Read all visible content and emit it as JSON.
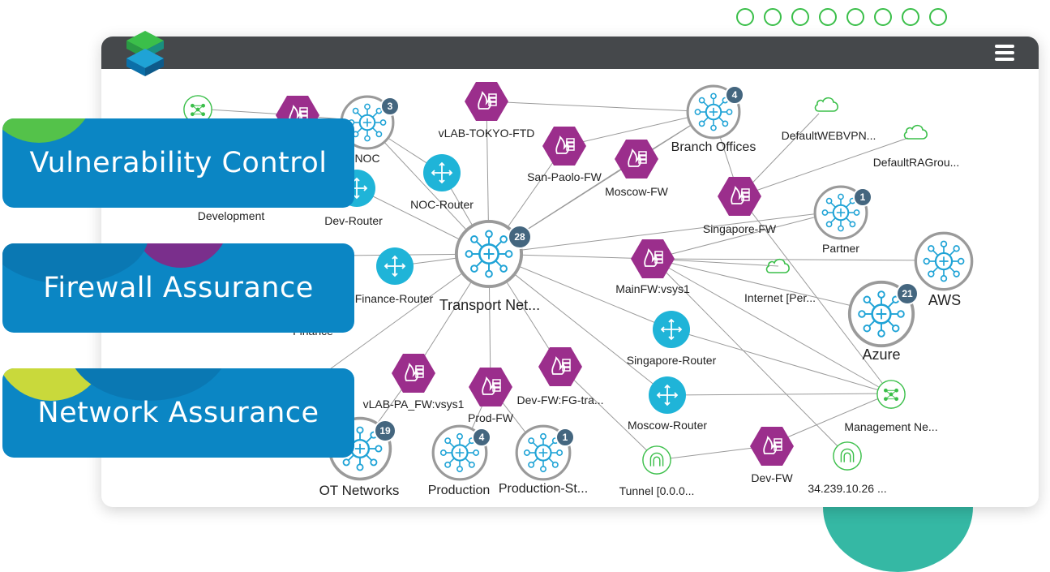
{
  "cards": [
    {
      "label": "Vulnerability Control"
    },
    {
      "label": "Firewall Assurance"
    },
    {
      "label": "Network Assurance"
    }
  ],
  "window": {
    "menu_icon": "hamburger-menu-icon"
  },
  "nodes": {
    "transport": {
      "label": "Transport Net...",
      "badge": "28"
    },
    "noc": {
      "label": "NOC",
      "badge": "3"
    },
    "branch": {
      "label": "Branch Offices",
      "badge": "4"
    },
    "partner": {
      "label": "Partner",
      "badge": "1"
    },
    "aws": {
      "label": "AWS"
    },
    "azure": {
      "label": "Azure",
      "badge": "21"
    },
    "ot": {
      "label": "OT Networks",
      "badge": "19"
    },
    "production": {
      "label": "Production",
      "badge": "4"
    },
    "production_st": {
      "label": "Production-St...",
      "badge": "1"
    },
    "development": {
      "label": "Development"
    },
    "finance": {
      "label": "Finance"
    },
    "vlab_tokyo": {
      "label": "vLAB-TOKYO-FTD"
    },
    "san_paolo": {
      "label": "San-Paolo-FW"
    },
    "moscow_fw": {
      "label": "Moscow-FW"
    },
    "singapore_fw": {
      "label": "Singapore-FW"
    },
    "mainfw": {
      "label": "MainFW:vsys1"
    },
    "vlab_pa": {
      "label": "vLAB-PA_FW:vsys1"
    },
    "prod_fw": {
      "label": "Prod-FW"
    },
    "dev_fw_fg": {
      "label": "Dev-FW:FG-tra..."
    },
    "dev_fw": {
      "label": "Dev-FW"
    },
    "noc_router": {
      "label": "NOC-Router"
    },
    "dev_router": {
      "label": "Dev-Router"
    },
    "finance_router": {
      "label": "Finance-Router"
    },
    "singapore_router": {
      "label": "Singapore-Router"
    },
    "moscow_router": {
      "label": "Moscow-Router"
    },
    "default_webvpn": {
      "label": "DefaultWEBVPN..."
    },
    "default_ragrou": {
      "label": "DefaultRAGrou..."
    },
    "internet": {
      "label": "Internet [Per..."
    },
    "management": {
      "label": "Management Ne..."
    },
    "tunnel": {
      "label": "Tunnel [0.0.0..."
    },
    "ip_34": {
      "label": "34.239.10.26 ..."
    }
  },
  "colors": {
    "firewall": "#9b2e8c",
    "router": "#1fb4d8",
    "cloud": "#3bbf4a",
    "card": "#0b86c4",
    "titlebar": "#45484b",
    "badge": "#44667f"
  }
}
